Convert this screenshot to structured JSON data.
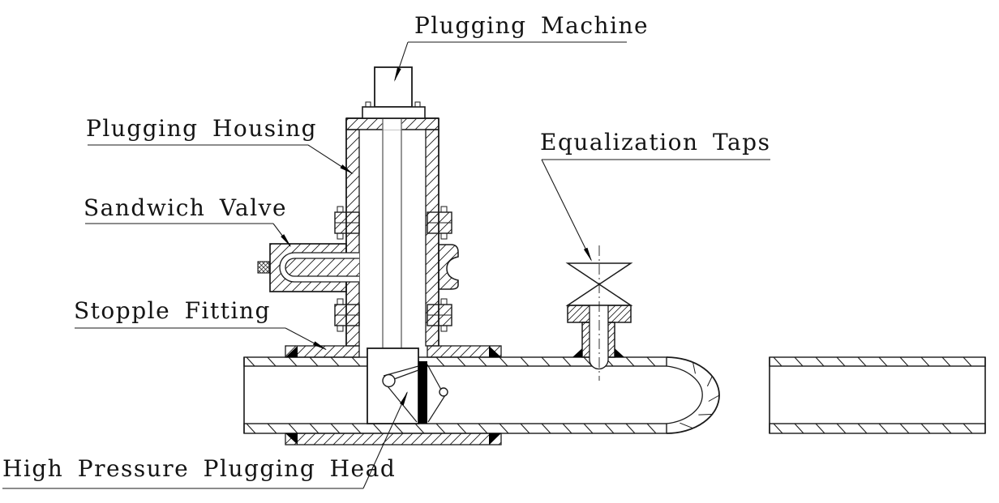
{
  "diagram": {
    "type": "engineering-section-drawing",
    "subject": "Pipeline hot-tap plugging operation cross-section",
    "labels": {
      "plugging_machine": "Plugging Machine",
      "plugging_housing": "Plugging Housing",
      "sandwich_valve": "Sandwich Valve",
      "stopple_fitting": "Stopple Fitting",
      "equalization_taps": "Equalization Taps",
      "high_pressure_plugging_head": "High Pressure Plugging Head"
    },
    "colors": {
      "line": "#1a1a1a",
      "background": "#ffffff",
      "weld_fill": "#000000",
      "seal_bar_fill": "#000000"
    }
  }
}
